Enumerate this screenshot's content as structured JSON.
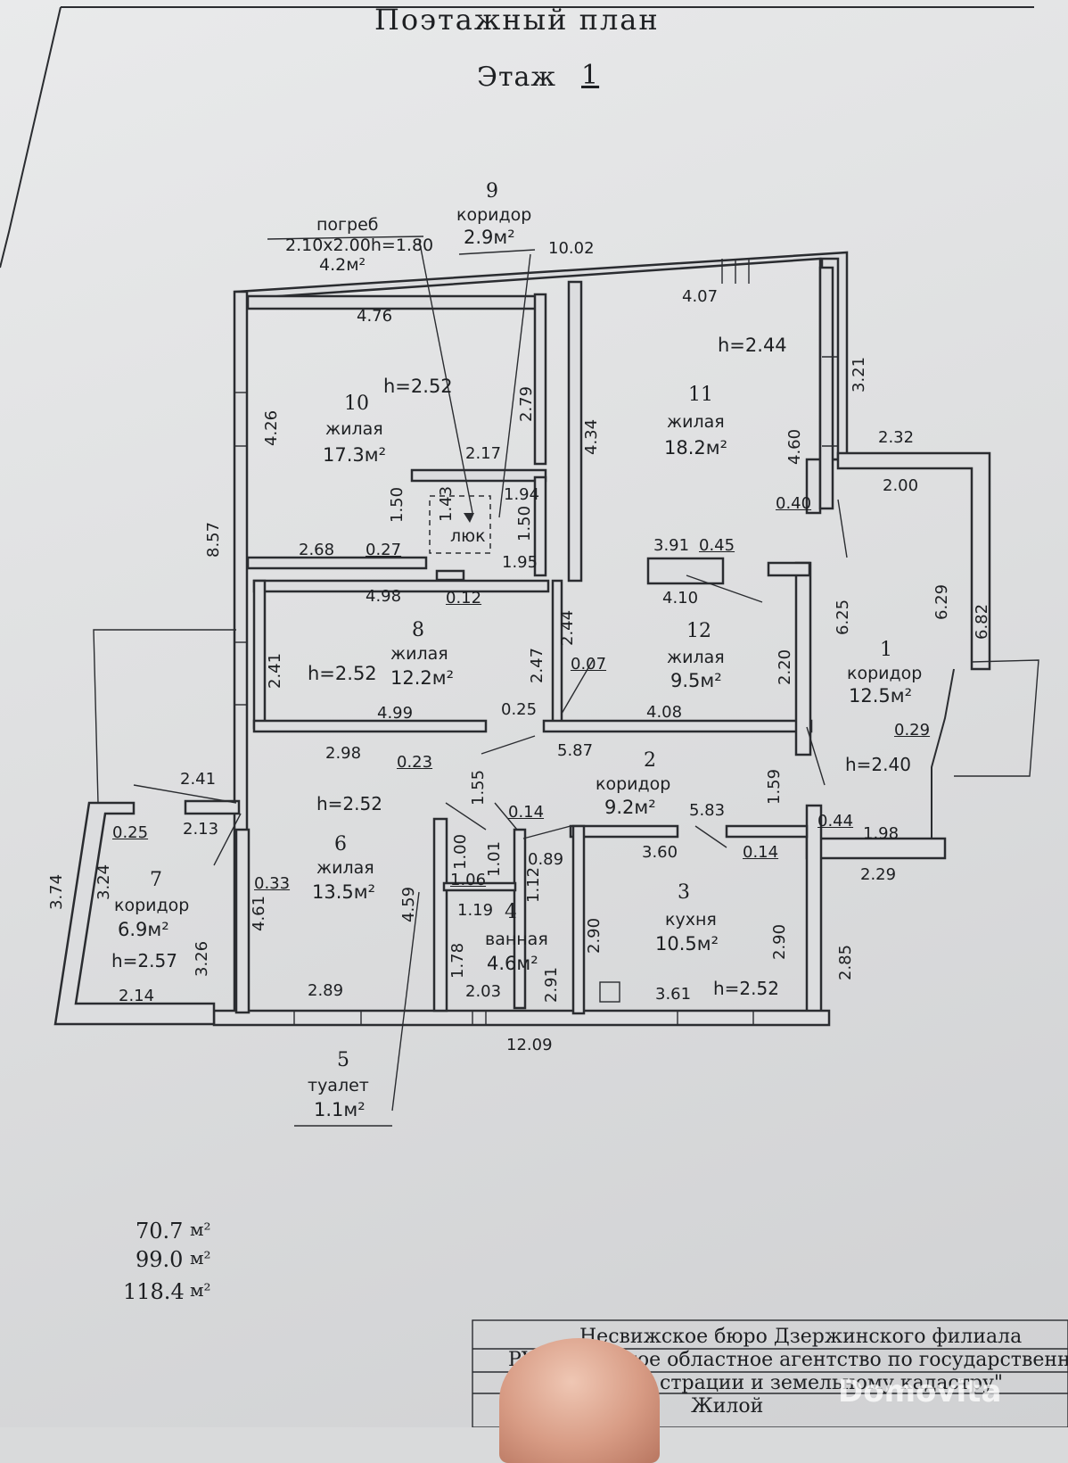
{
  "header": {
    "title": "Поэтажный план",
    "floor_label": "Этаж",
    "floor_number": "1"
  },
  "callouts": {
    "cellar": {
      "name": "погреб",
      "size": "2.10x2.00h=1.80",
      "area": "4.2м²"
    },
    "corridor9": {
      "number": "9",
      "name": "коридор",
      "area": "2.9м²"
    },
    "toilet5": {
      "number": "5",
      "name": "туалет",
      "area": "1.1м²"
    },
    "hatch": "люк"
  },
  "rooms": {
    "r10": {
      "number": "10",
      "name": "жилая",
      "area": "17.3м²",
      "height": "h=2.52"
    },
    "r11": {
      "number": "11",
      "name": "жилая",
      "area": "18.2м²",
      "height": "h=2.44"
    },
    "r8": {
      "number": "8",
      "name": "жилая",
      "area": "12.2м²",
      "height": "h=2.52"
    },
    "r12": {
      "number": "12",
      "name": "жилая",
      "area": "9.5м²"
    },
    "r1": {
      "number": "1",
      "name": "коридор",
      "area": "12.5м²",
      "height": "h=2.40"
    },
    "r2": {
      "number": "2",
      "name": "коридор",
      "area": "9.2м²"
    },
    "r6": {
      "number": "6",
      "name": "жилая",
      "area": "13.5м²",
      "height": "h=2.52"
    },
    "r7": {
      "number": "7",
      "name": "коридор",
      "area": "6.9м²",
      "height": "h=2.57"
    },
    "r4": {
      "number": "4",
      "name": "ванная",
      "area": "4.6м²"
    },
    "r3": {
      "number": "3",
      "name": "кухня",
      "area": "10.5м²",
      "height": "h=2.52"
    }
  },
  "dimensions": {
    "d1002": "10.02",
    "d407": "4.07",
    "d476": "4.76",
    "d426": "4.26",
    "d279": "2.79",
    "d217": "2.17",
    "d321": "3.21",
    "d434": "4.34",
    "d460": "4.60",
    "d040": "0.40",
    "d232": "2.32",
    "d200": "2.00",
    "d857": "8.57",
    "d150a": "1.50",
    "d143": "1.43",
    "d194": "1.94",
    "d150b": "1.50",
    "d268": "2.68",
    "d027": "0.27",
    "d195": "1.95",
    "d391": "3.91",
    "d045": "0.45",
    "d498": "4.98",
    "d012": "0.12",
    "d410": "4.10",
    "d625": "6.25",
    "d629": "6.29",
    "d682": "6.82",
    "d241": "2.41",
    "d244": "2.44",
    "d247": "2.47",
    "d007": "0.07",
    "d220": "2.20",
    "d499": "4.99",
    "d025a": "0.25",
    "d408": "4.08",
    "d029": "0.29",
    "d298": "2.98",
    "d023": "0.23",
    "d587": "5.87",
    "d155": "1.55",
    "d159": "1.59",
    "d241b": "2.41",
    "d213": "2.13",
    "d025b": "0.25",
    "d014a": "0.14",
    "d583": "5.83",
    "d044": "0.44",
    "d198": "1.98",
    "d374": "3.74",
    "d324": "3.24",
    "d100": "1.00",
    "d101": "1.01",
    "d089": "0.89",
    "d360": "3.60",
    "d014b": "0.14",
    "d229": "2.29",
    "d033": "0.33",
    "d106": "1.06",
    "d112": "1.12",
    "d459": "4.59",
    "d461": "4.61",
    "d119": "1.19",
    "d326": "3.26",
    "d178": "1.78",
    "d290a": "2.90",
    "d290b": "2.90",
    "d285": "2.85",
    "d291": "2.91",
    "d214": "2.14",
    "d289": "2.89",
    "d203": "2.03",
    "d361": "3.61",
    "d1209": "12.09"
  },
  "totals": {
    "t1": "70.7",
    "t2": "99.0",
    "t3": "118.4",
    "unit": "м²"
  },
  "stamp": {
    "line1": "Несвижское бюро  Дзержинского филиала",
    "line2": "РУП \"Минское областное агентство по государственно",
    "line3": "страции и земельному кадастру\"",
    "line4": "Жилой"
  },
  "watermark": "Domovita"
}
